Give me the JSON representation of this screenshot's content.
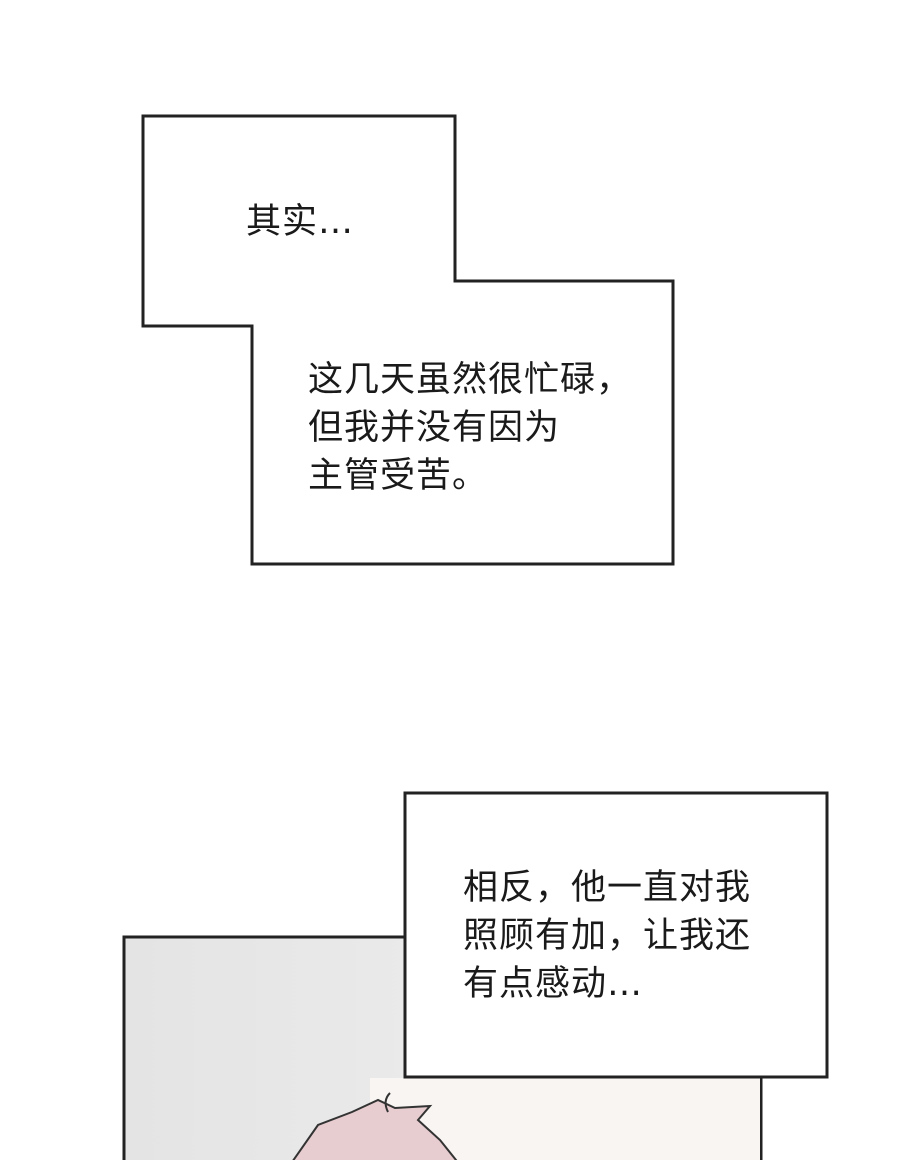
{
  "captions": [
    {
      "lines": [
        "其实…"
      ]
    },
    {
      "lines": [
        "这几天虽然很忙碌，",
        "但我并没有因为",
        "主管受苦。"
      ]
    },
    {
      "lines": [
        "相反，他一直对我",
        "照顾有加，让我还",
        "有点感动…"
      ]
    }
  ],
  "colors": {
    "border": "#222222",
    "panel_bg_left": "#e6e6e6",
    "panel_bg_right": "#f7f5f3",
    "hair": "#e8c9cc"
  }
}
